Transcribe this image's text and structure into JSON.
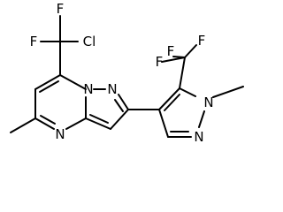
{
  "molecule": {
    "atoms": {
      "cl": "Cl",
      "f1": "F",
      "f2": "F",
      "f3": "F",
      "f4": "F",
      "f5": "F",
      "n1": "N",
      "n2": "N",
      "n3": "N",
      "n4": "N",
      "n5": "N"
    }
  }
}
